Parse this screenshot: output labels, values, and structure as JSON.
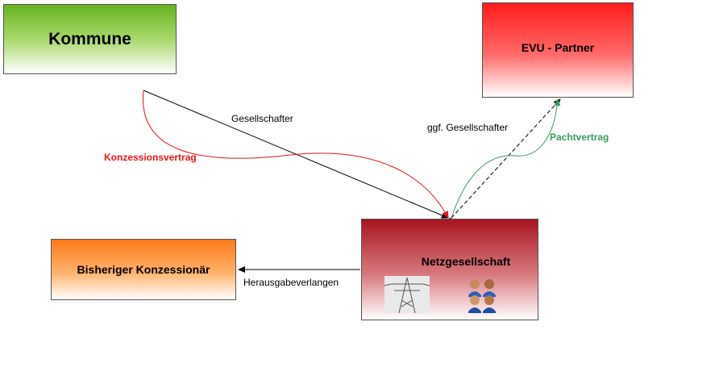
{
  "nodes": {
    "kommune": "Kommune",
    "evu": "EVU - Partner",
    "bisheriger": "Bisheriger Konzessionär",
    "netz": "Netzgesellschaft"
  },
  "edges": {
    "gesellschafter": "Gesellschafter",
    "ggf_gesellschafter": "ggf. Gesellschafter",
    "konzessionsvertrag": "Konzessionsvertrag",
    "pachtvertrag": "Pachtvertrag",
    "herausgabeverlangen": "Herausgabeverlangen"
  },
  "colors": {
    "konzession_red": "#e8141a",
    "pacht_green": "#3a9a5e"
  },
  "icons": [
    "power-pylon-icon",
    "people-group-icon"
  ]
}
